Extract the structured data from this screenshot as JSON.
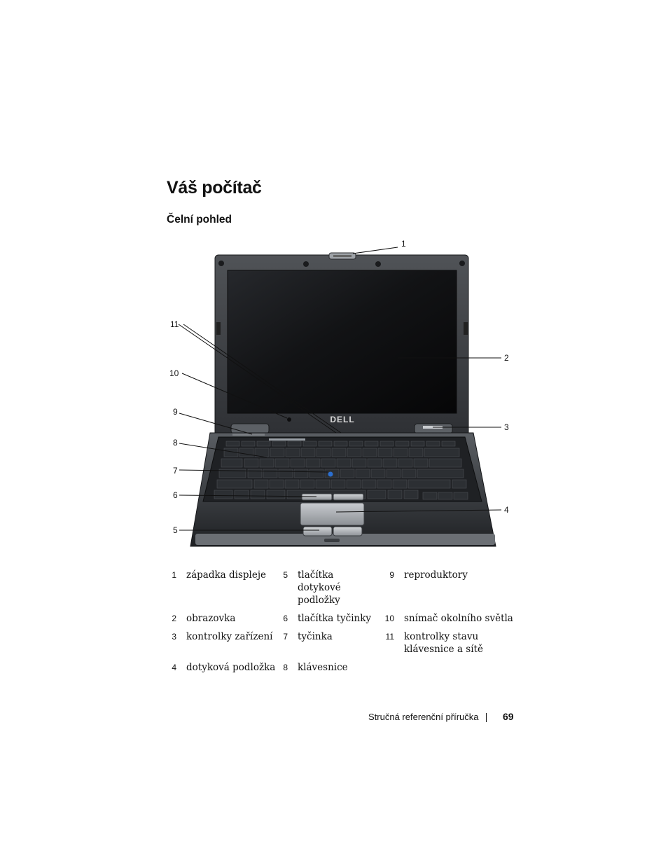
{
  "page_title": "Váš počítač",
  "section_title": "Čelní pohled",
  "figure": {
    "logo_text": "DELL",
    "callouts": [
      "1",
      "2",
      "3",
      "4",
      "5",
      "6",
      "7",
      "8",
      "9",
      "10",
      "11"
    ]
  },
  "legend": {
    "rows": [
      [
        {
          "num": "1",
          "text": "západka displeje"
        },
        {
          "num": "5",
          "text": "tlačítka dotykové podložky"
        },
        {
          "num": "9",
          "text": "reproduktory"
        }
      ],
      [
        {
          "num": "2",
          "text": "obrazovka"
        },
        {
          "num": "6",
          "text": "tlačítka tyčinky"
        },
        {
          "num": "10",
          "text": "snímač okolního světla"
        }
      ],
      [
        {
          "num": "3",
          "text": "kontrolky zařízení"
        },
        {
          "num": "7",
          "text": "tyčinka"
        },
        {
          "num": "11",
          "text": "kontrolky stavu klávesnice a sítě"
        }
      ],
      [
        {
          "num": "4",
          "text": "dotyková podložka"
        },
        {
          "num": "8",
          "text": "klávesnice"
        },
        {
          "num": "",
          "text": ""
        }
      ]
    ]
  },
  "footer": {
    "text": "Stručná referenční příručka",
    "page_number": "69"
  }
}
